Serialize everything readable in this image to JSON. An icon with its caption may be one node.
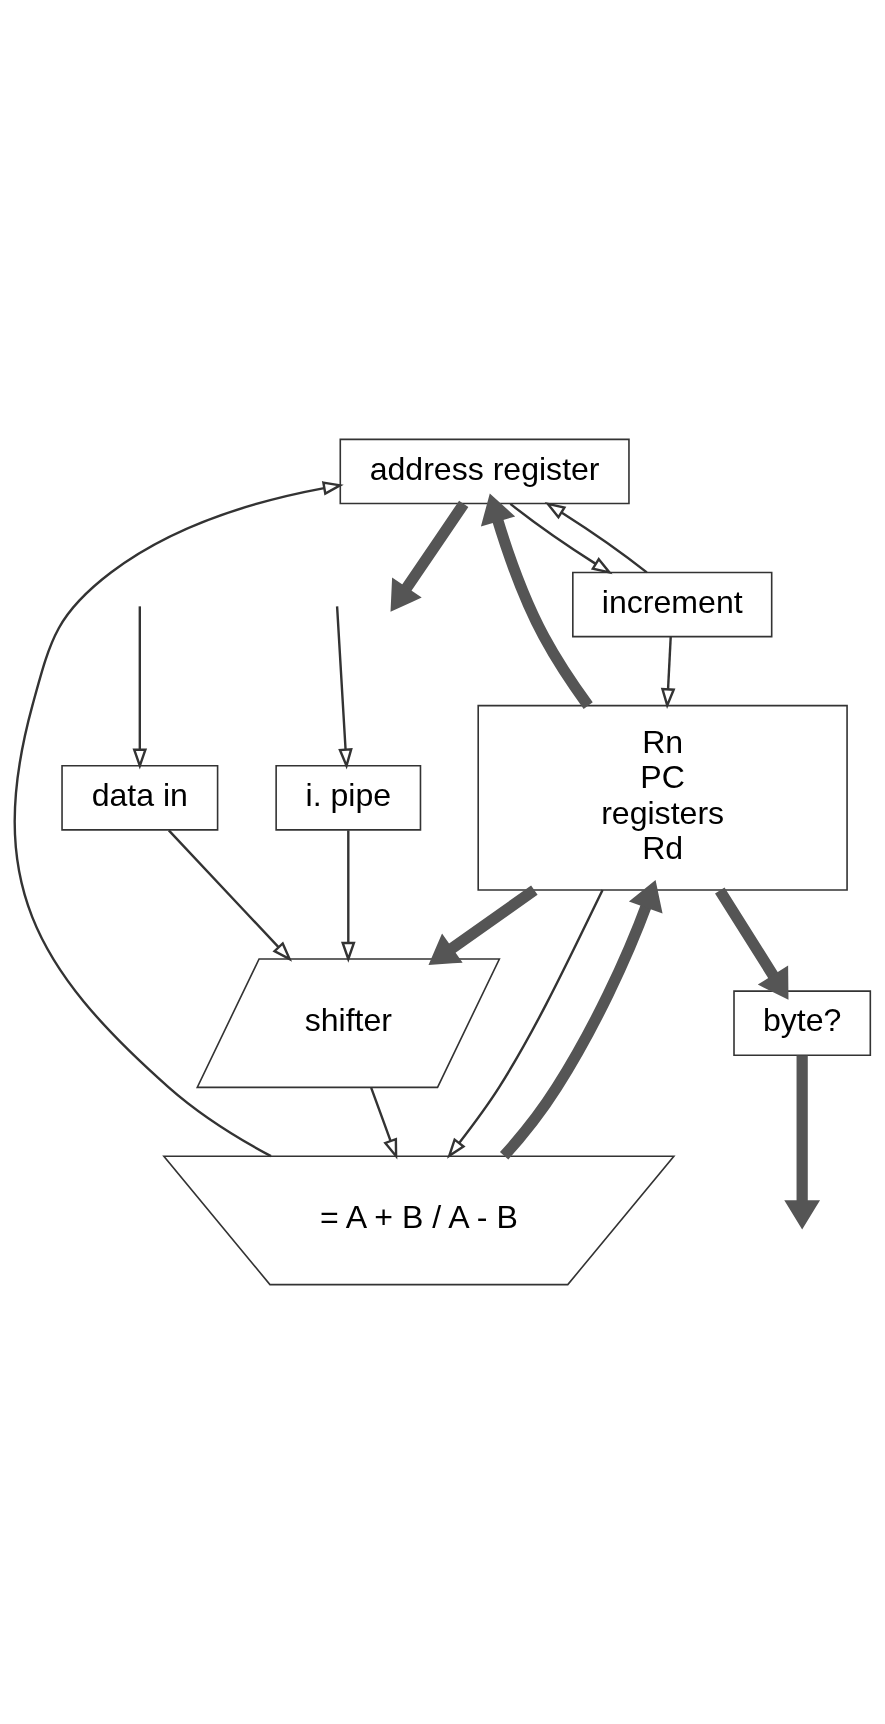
{
  "diagram": {
    "nodes": [
      {
        "text": [
          "address register"
        ]
      },
      {
        "text": [
          "increment"
        ]
      },
      {
        "text": [
          "Rn",
          "PC",
          "registers",
          "Rd"
        ]
      },
      {
        "text": [
          "shifter"
        ]
      },
      {
        "text": [
          "= A + B / A - B"
        ]
      },
      {
        "text": [
          "byte?"
        ]
      },
      {
        "text": [
          "data in"
        ]
      },
      {
        "text": [
          "i. pipe"
        ]
      }
    ],
    "edges": [
      {
        "from": 0,
        "to": null,
        "arrow": "to",
        "style": "thick",
        "color": "#555555"
      },
      {
        "from": 2,
        "to": 0,
        "arrow": "to",
        "style": "thick",
        "color": "#555555"
      },
      {
        "from": 0,
        "to": 1,
        "arrow": "to"
      },
      {
        "from": 1,
        "to": 0,
        "arrow": "to"
      },
      {
        "from": 1,
        "to": 2,
        "arrow": "to"
      },
      {
        "from": 4,
        "to": 0,
        "arrow": "to"
      },
      {
        "from": 2,
        "to": 4,
        "arrow": "to"
      },
      {
        "from": 2,
        "to": 3,
        "arrow": "to",
        "style": "thick",
        "color": "#555555"
      },
      {
        "from": 3,
        "to": 4,
        "arrow": "to"
      },
      {
        "from": 4,
        "to": 2,
        "arrow": "to",
        "style": "thick",
        "color": "#555555"
      },
      {
        "from": 2,
        "to": 5,
        "arrow": "to",
        "style": "thick",
        "color": "#555555"
      },
      {
        "from": 6,
        "to": 3,
        "arrow": "to"
      },
      {
        "from": 7,
        "to": 3,
        "arrow": "to"
      },
      {
        "from": 5,
        "to": null,
        "arrow": "to",
        "style": "thick",
        "color": "#555555"
      },
      {
        "from": null,
        "to": 6,
        "arrow": "to"
      },
      {
        "from": null,
        "to": 7,
        "arrow": "to"
      }
    ]
  }
}
